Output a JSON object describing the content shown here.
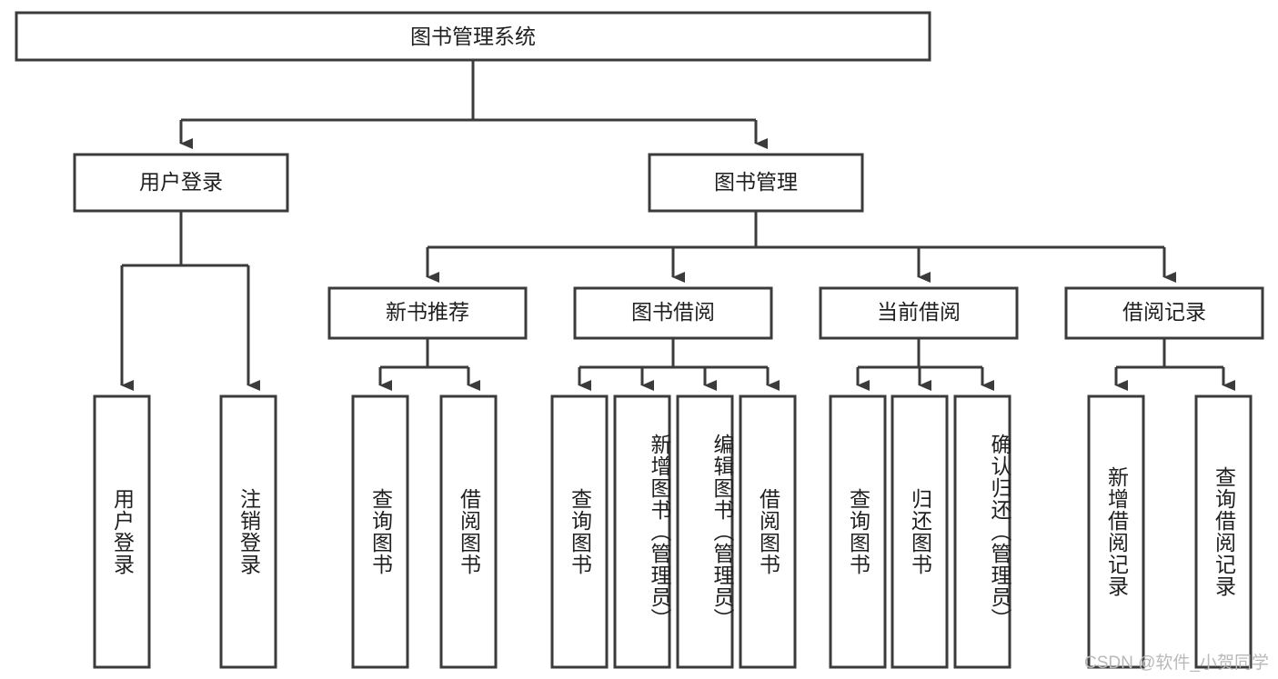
{
  "diagram": {
    "type": "tree",
    "title": "图书管理系统",
    "orientation": "top-down",
    "root": {
      "label": "图书管理系统",
      "name": "root-node"
    },
    "level2": [
      {
        "label": "用户登录",
        "name": "node-user-login"
      },
      {
        "label": "图书管理",
        "name": "node-book-management"
      }
    ],
    "level3": [
      {
        "label": "新书推荐",
        "name": "node-new-book-recommend"
      },
      {
        "label": "图书借阅",
        "name": "node-book-borrow"
      },
      {
        "label": "当前借阅",
        "name": "node-current-borrow"
      },
      {
        "label": "借阅记录",
        "name": "node-borrow-record"
      }
    ],
    "leaves": {
      "user_login": [
        {
          "label": "用户登录",
          "name": "leaf-user-login"
        },
        {
          "label": "注销登录",
          "name": "leaf-user-logout"
        }
      ],
      "new_book_recommend": [
        {
          "label": "查询图书",
          "name": "leaf-query-book-recommend"
        },
        {
          "label": "借阅图书",
          "name": "leaf-borrow-book-recommend"
        }
      ],
      "book_borrow": [
        {
          "label": "查询图书",
          "name": "leaf-query-book-borrow"
        },
        {
          "label": "新增图书（管理员）",
          "name": "leaf-add-book-admin"
        },
        {
          "label": "编辑图书（管理员）",
          "name": "leaf-edit-book-admin"
        },
        {
          "label": "借阅图书",
          "name": "leaf-borrow-book"
        }
      ],
      "current_borrow": [
        {
          "label": "查询图书",
          "name": "leaf-query-book-current"
        },
        {
          "label": "归还图书",
          "name": "leaf-return-book"
        },
        {
          "label": "确认归还（管理员）",
          "name": "leaf-confirm-return-admin"
        }
      ],
      "borrow_record": [
        {
          "label": "新增借阅记录",
          "name": "leaf-add-borrow-record"
        },
        {
          "label": "查询借阅记录",
          "name": "leaf-query-borrow-record"
        }
      ]
    },
    "colors": {
      "box_stroke": "#3b3b3b",
      "box_fill": "#ffffff",
      "text": "#1f1f1f",
      "watermark": "#b9b9b9",
      "background": "#ffffff"
    }
  },
  "watermark": {
    "text": "CSDN @软件_小贺同学"
  }
}
